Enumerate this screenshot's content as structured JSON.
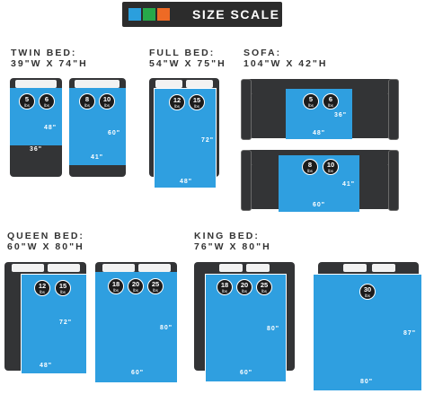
{
  "header": {
    "title": "SIZE SCALE",
    "swatch_colors": [
      "#2b9fdd",
      "#27a84a",
      "#ee6a25"
    ]
  },
  "colors": {
    "bed_dark": "#333436",
    "blue": "#2f9fe0"
  },
  "sections": {
    "twin": {
      "line1": "TWIN BED:",
      "line2": "39\"W X 74\"H"
    },
    "full": {
      "line1": "FULL BED:",
      "line2": "54\"W X 75\"H"
    },
    "sofa": {
      "line1": "SOFA:",
      "line2": "104\"W X 42\"H"
    },
    "queen": {
      "line1": "QUEEN BED:",
      "line2": "60\"W X 80\"H"
    },
    "king": {
      "line1": "KING BED:",
      "line2": "76\"W X 80\"H"
    }
  },
  "badge_unit": "lbs",
  "twin": {
    "a": {
      "weights": [
        "5",
        "6"
      ],
      "length": "48\"",
      "width": "36\""
    },
    "b": {
      "weights": [
        "8",
        "10"
      ],
      "length": "60\"",
      "width": "41\""
    }
  },
  "full": {
    "weights": [
      "12",
      "15"
    ],
    "length": "72\"",
    "width": "48\""
  },
  "sofa": {
    "a": {
      "weights": [
        "5",
        "6"
      ],
      "length": "36\"",
      "width": "48\""
    },
    "b": {
      "weights": [
        "8",
        "10"
      ],
      "length": "41\"",
      "width": "60\""
    }
  },
  "queen": {
    "a": {
      "weights": [
        "12",
        "15"
      ],
      "length": "72\"",
      "width": "48\""
    },
    "b": {
      "weights": [
        "18",
        "20",
        "25"
      ],
      "length": "80\"",
      "width": "60\""
    }
  },
  "king": {
    "a": {
      "weights": [
        "18",
        "20",
        "25"
      ],
      "length": "80\"",
      "width": "60\""
    },
    "b": {
      "weights": [
        "30"
      ],
      "length": "87\"",
      "width": "80\""
    }
  }
}
